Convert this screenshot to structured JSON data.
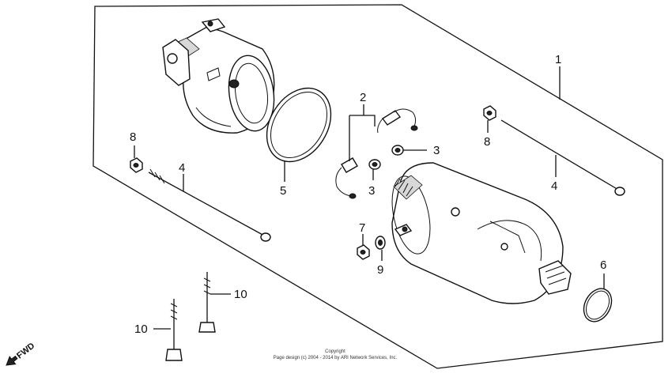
{
  "diagram": {
    "callouts": [
      {
        "id": "c1",
        "label": "1"
      },
      {
        "id": "c2",
        "label": "2"
      },
      {
        "id": "c3a",
        "label": "3"
      },
      {
        "id": "c3b",
        "label": "3"
      },
      {
        "id": "c4a",
        "label": "4"
      },
      {
        "id": "c4b",
        "label": "4"
      },
      {
        "id": "c5",
        "label": "5"
      },
      {
        "id": "c6",
        "label": "6"
      },
      {
        "id": "c7",
        "label": "7"
      },
      {
        "id": "c8a",
        "label": "8"
      },
      {
        "id": "c8b",
        "label": "8"
      },
      {
        "id": "c9",
        "label": "9"
      },
      {
        "id": "c10a",
        "label": "10"
      },
      {
        "id": "c10b",
        "label": "10"
      }
    ],
    "fwd_label": "FWD",
    "copyright_line1": "Copyright",
    "copyright_line2": "Page design (c) 2004 - 2014 by ARI Network Services, Inc."
  }
}
